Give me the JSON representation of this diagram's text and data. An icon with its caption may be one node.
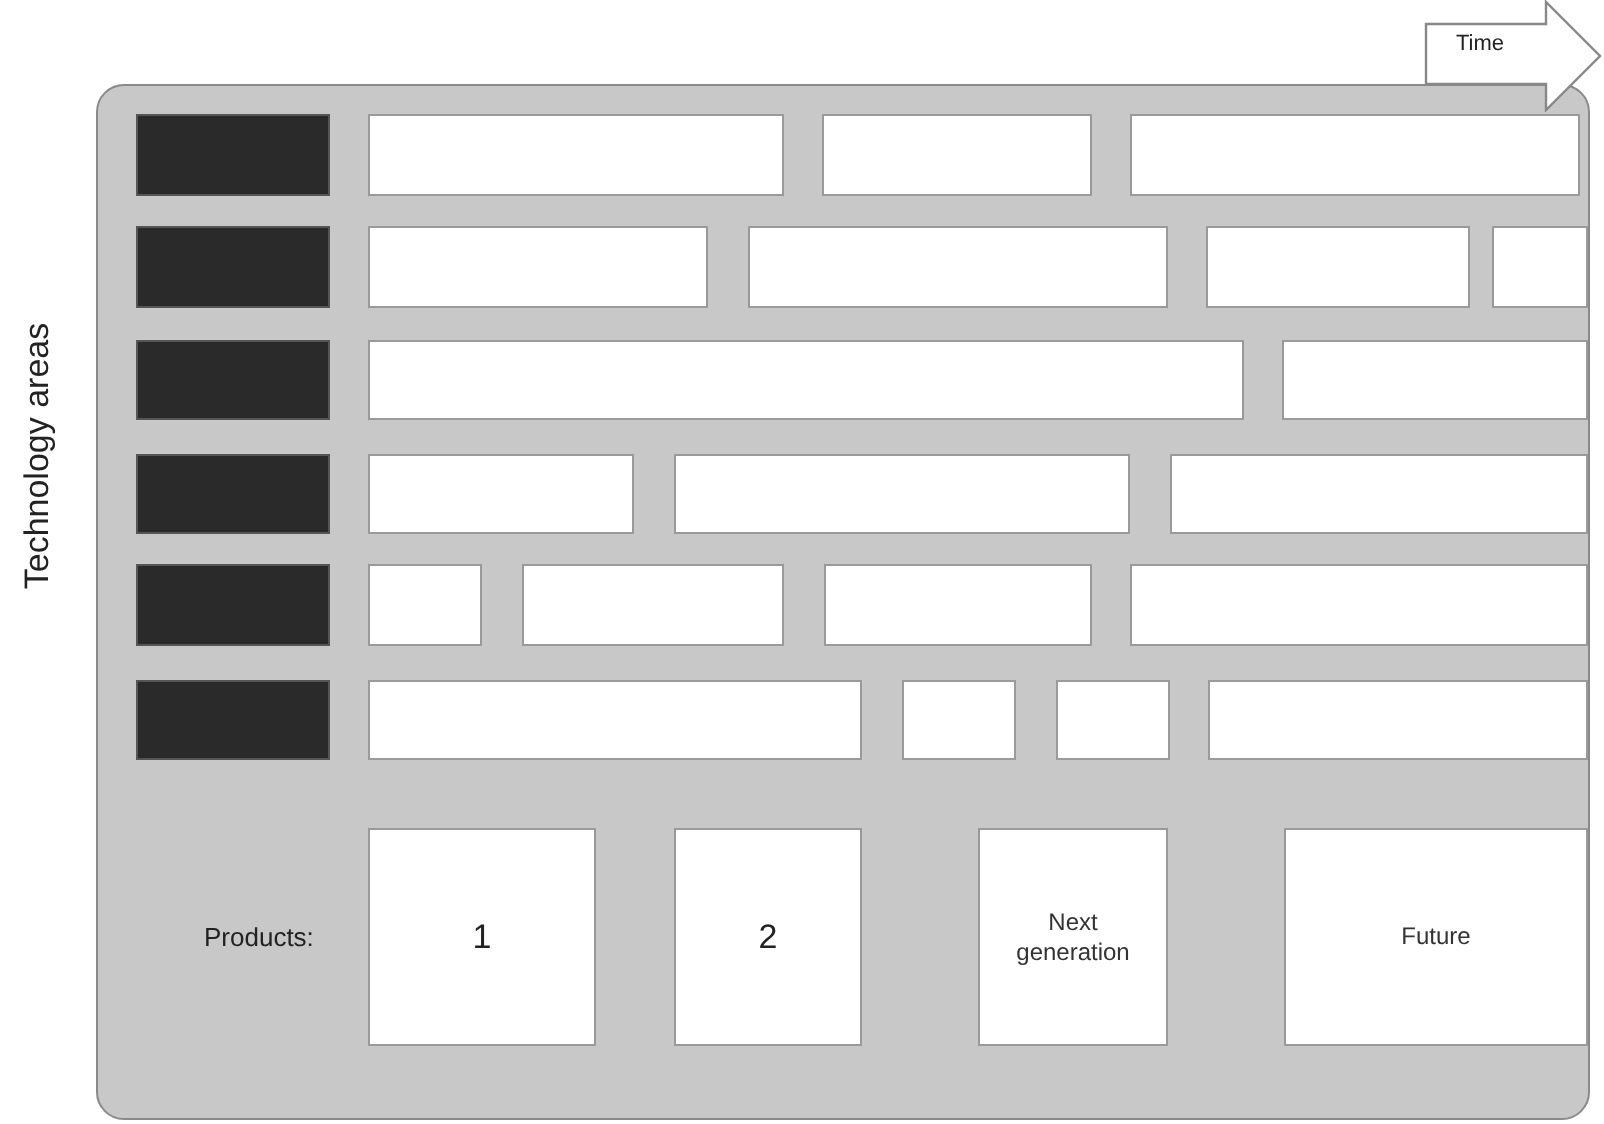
{
  "diagram": {
    "nodes": [
      {
        "text": [
          "Time"
        ]
      },
      {
        "text": [],
        "shape": "box"
      },
      {
        "text": [],
        "shape": "box"
      },
      {
        "text": [],
        "shape": "box"
      },
      {
        "text": [],
        "shape": "box"
      },
      {
        "text": [],
        "shape": "box"
      },
      {
        "text": [],
        "shape": "box"
      },
      {
        "text": [],
        "shape": "box"
      },
      {
        "text": [],
        "shape": "box"
      },
      {
        "text": [],
        "shape": "box"
      },
      {
        "text": [],
        "shape": "box"
      },
      {
        "text": [],
        "shape": "box"
      },
      {
        "text": [],
        "shape": "box"
      },
      {
        "text": [],
        "shape": "box"
      },
      {
        "text": [],
        "shape": "box"
      },
      {
        "text": [],
        "shape": "box"
      },
      {
        "text": [],
        "shape": "box"
      },
      {
        "text": [],
        "shape": "box"
      },
      {
        "text": [],
        "shape": "box"
      },
      {
        "text": [],
        "shape": "box"
      },
      {
        "text": [],
        "shape": "box"
      },
      {
        "text": [],
        "shape": "box"
      },
      {
        "text": [],
        "shape": "box"
      },
      {
        "text": [],
        "shape": "box"
      },
      {
        "text": [],
        "shape": "box"
      },
      {
        "text": [],
        "shape": "box"
      },
      {
        "text": [],
        "shape": "box"
      },
      {
        "text": [
          "1"
        ]
      },
      {
        "text": [
          "2"
        ]
      },
      {
        "text": [
          "Next generation"
        ]
      },
      {
        "text": [
          "Future"
        ]
      }
    ],
    "edges": [],
    "labels": [
      "Technology areas",
      "Products:"
    ]
  }
}
